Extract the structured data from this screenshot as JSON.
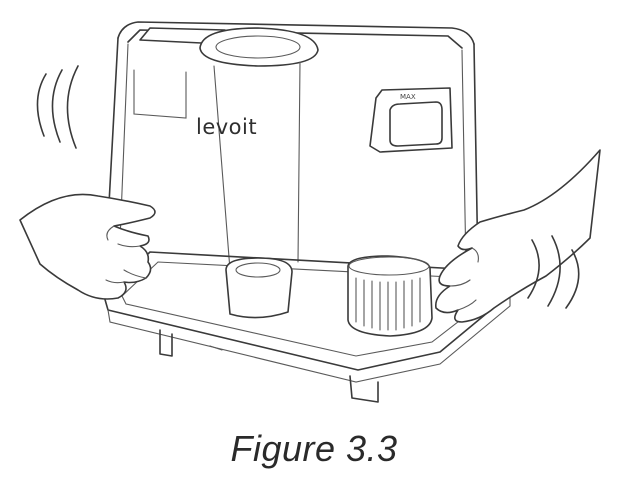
{
  "figure": {
    "caption": "Figure 3.3",
    "brand_logo": "levoit",
    "max_fill_mark": "MAX"
  }
}
